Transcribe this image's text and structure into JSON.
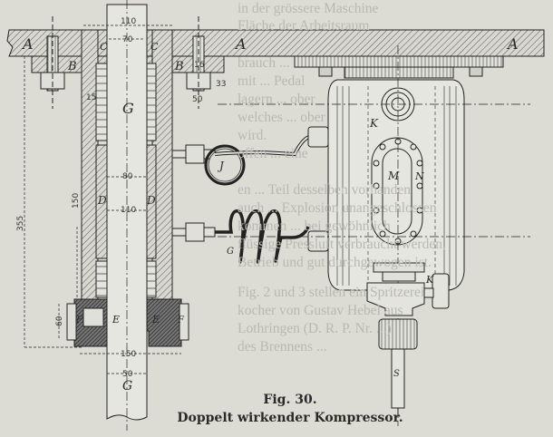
{
  "figure": {
    "number": "Fig. 30.",
    "caption": "Doppelt wirkender Kompressor.",
    "part_labels": {
      "ceiling": "A",
      "flange": "B",
      "packing_top": "C",
      "rod": "G",
      "coil_ring": "J",
      "chamber": "D",
      "nut": "E",
      "gland": "F",
      "tank": "K",
      "window": "M",
      "window_frame": "N",
      "pipe": "S",
      "coil": "G"
    },
    "dimensions": [
      "110",
      "70",
      "15",
      "16",
      "33",
      "50",
      "80",
      "110",
      "150",
      "355",
      "60",
      "150",
      "50"
    ]
  },
  "bleed_text": [
    "in der grössere Maschine",
    "Fläche der Arbeitsraum",
    "",
    "",
    "",
    "",
    "brauch ...",
    "mit ... Pedal",
    "lagern ... ober",
    "welches ... ober",
    "wird.",
    "",
    "",
    "offen ... eine",
    "en ... Teil desselben vorhanden",
    "auch ... Explosion unangeschlossen",
    "kommen ... bei gewöhnlich",
    "flüssige Pressluft verbraucht werden,",
    "Betrieb und gut durchgewogen ist.",
    "Fig. 2 und 3 stellen ein Spritzerei",
    "kocher von Gustav Hebel aus",
    "Lothringen (D. R. P. Nr. ...)",
    "des Brennens ..."
  ]
}
